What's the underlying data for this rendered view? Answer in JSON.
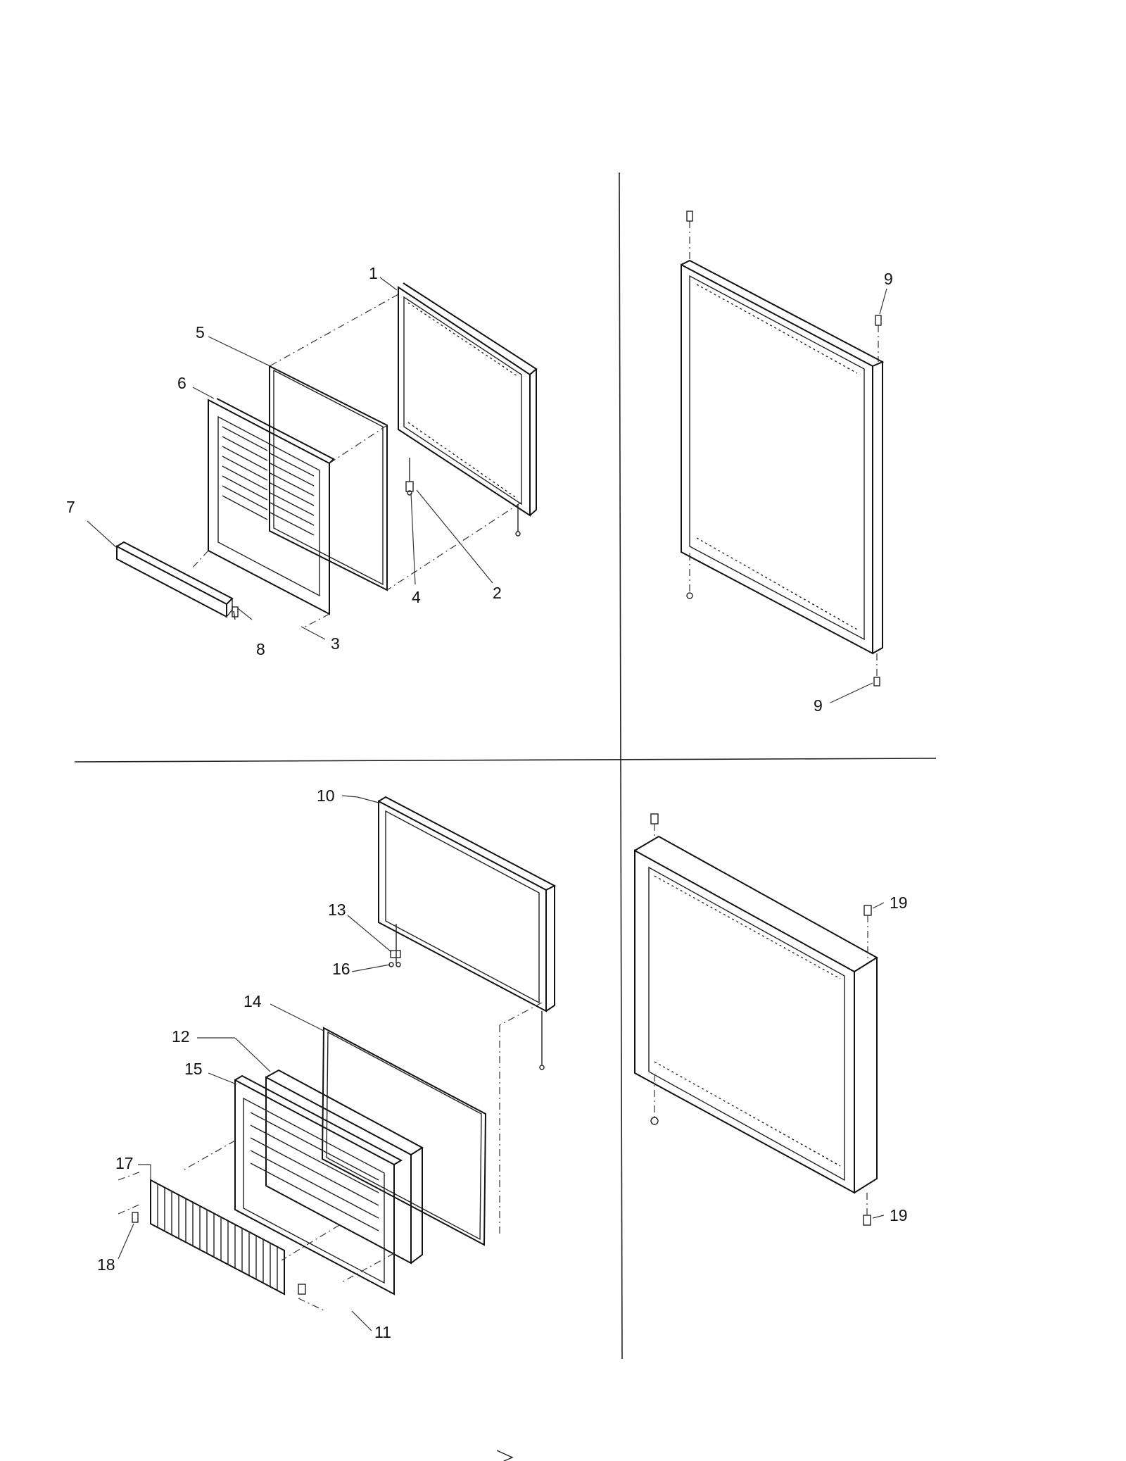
{
  "callouts": [
    {
      "id": "1",
      "text": "1"
    },
    {
      "id": "2",
      "text": "2"
    },
    {
      "id": "3",
      "text": "3"
    },
    {
      "id": "4",
      "text": "4"
    },
    {
      "id": "5",
      "text": "5"
    },
    {
      "id": "6",
      "text": "6"
    },
    {
      "id": "7",
      "text": "7"
    },
    {
      "id": "8",
      "text": "8"
    },
    {
      "id": "9a",
      "text": "9"
    },
    {
      "id": "9b",
      "text": "9"
    },
    {
      "id": "10",
      "text": "10"
    },
    {
      "id": "11",
      "text": "11"
    },
    {
      "id": "12",
      "text": "12"
    },
    {
      "id": "13",
      "text": "13"
    },
    {
      "id": "14",
      "text": "14"
    },
    {
      "id": "15",
      "text": "15"
    },
    {
      "id": "16",
      "text": "16"
    },
    {
      "id": "17",
      "text": "17"
    },
    {
      "id": "18",
      "text": "18"
    },
    {
      "id": "19a",
      "text": "19"
    },
    {
      "id": "19b",
      "text": "19"
    }
  ]
}
